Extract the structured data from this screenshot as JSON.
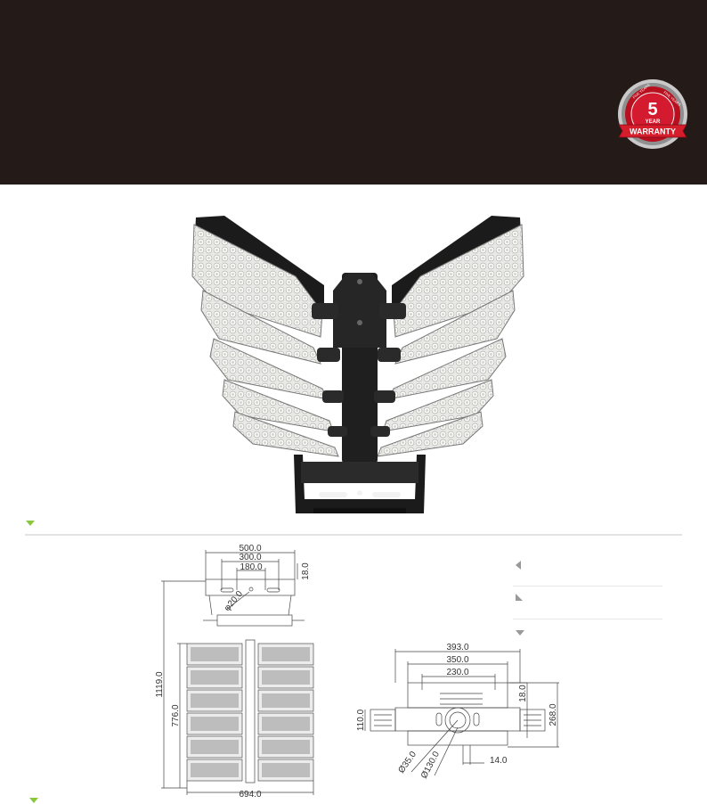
{
  "badge": {
    "number": "5",
    "year": "YEAR",
    "arc_text_left": "FIVE YEARS",
    "arc_text_right": "FIVE YEARS",
    "ribbon": "WARRANTY"
  },
  "dimensions": {
    "front": {
      "width_top": "500.0",
      "mount_span": "300.0",
      "slot_span": "180.0",
      "bracket_depth": "18.0",
      "hole": "φ20.0",
      "total_height": "1119.0",
      "module_height": "776.0",
      "total_width": "694.0"
    },
    "side": {
      "overall": "393.0",
      "outer": "350.0",
      "inner": "230.0",
      "top_offset": "18.0",
      "height": "268.0",
      "mount": "110.0",
      "small_hole": "Ø35.0",
      "large_hole": "Ø130.0",
      "edge": "14.0"
    }
  },
  "colors": {
    "header_bg": "#241b19",
    "accent": "#8cc63f",
    "badge_red": "#c8102e"
  },
  "icons": [
    "triangle-down-icon",
    "triangle-left-icon",
    "corner-triangle-icon"
  ]
}
